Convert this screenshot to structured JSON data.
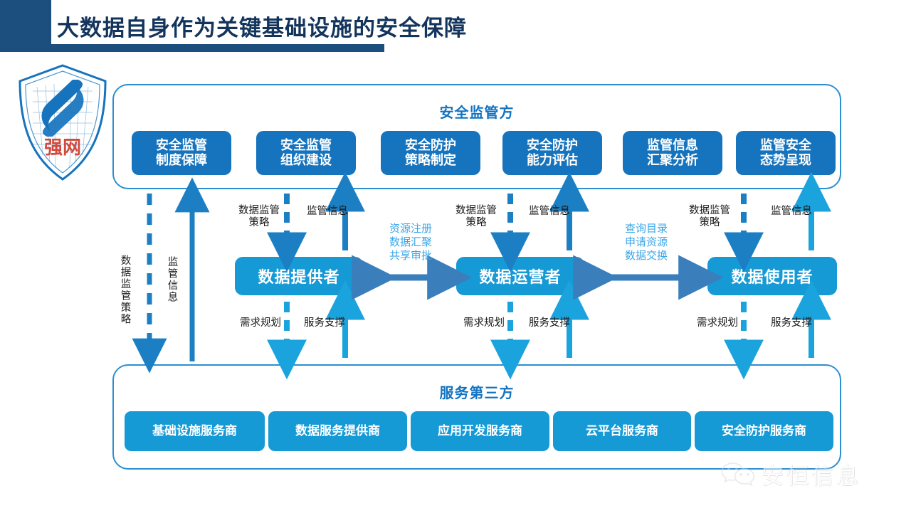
{
  "header": {
    "title": "大数据自身作为关键基础设施的安全保障",
    "accent_color": "#1c4e7e"
  },
  "logo": {
    "name": "强网 shield logo",
    "text": "强网",
    "color": "#1673bd"
  },
  "colors": {
    "panel_border": "#2b8fd0",
    "panel_title": "#1273c0",
    "chip_top": "#1673bd",
    "chip_bottom": "#169ad6",
    "role_box": "#169ad6",
    "arrow_blue": "#1c7fc4",
    "arrow_cyan": "#1ba3dd",
    "arrow_steel": "#3a7ebc",
    "blue_label": "#3aa6e8"
  },
  "top_panel": {
    "title": "安全监管方",
    "items": [
      {
        "line1": "安全监管",
        "line2": "制度保障"
      },
      {
        "line1": "安全监管",
        "line2": "组织建设"
      },
      {
        "line1": "安全防护",
        "line2": "策略制定"
      },
      {
        "line1": "安全防护",
        "line2": "能力评估"
      },
      {
        "line1": "监管信息",
        "line2": "汇聚分析"
      },
      {
        "line1": "监管安全",
        "line2": "态势呈现"
      }
    ]
  },
  "bottom_panel": {
    "title": "服务第三方",
    "items": [
      {
        "label": "基础设施服务商"
      },
      {
        "label": "数据服务提供商"
      },
      {
        "label": "应用开发服务商"
      },
      {
        "label": "云平台服务商"
      },
      {
        "label": "安全防护服务商"
      }
    ]
  },
  "roles": [
    {
      "id": "provider",
      "label": "数据提供者"
    },
    {
      "id": "operator",
      "label": "数据运营者"
    },
    {
      "id": "user",
      "label": "数据使用者"
    }
  ],
  "flow_labels": {
    "outer_down": "数据监管策略",
    "outer_up": "监管信息",
    "supervise_down_l1": "数据监管",
    "supervise_down_l2": "策略",
    "supervise_up": "监管信息",
    "demand_down": "需求规划",
    "service_up": "服务支撑"
  },
  "exchange_labels": [
    {
      "between": "provider-operator",
      "lines": [
        "资源注册",
        "数据汇聚",
        "共享审批"
      ]
    },
    {
      "between": "operator-user",
      "lines": [
        "查询目录",
        "申请资源",
        "数据交换"
      ]
    }
  ],
  "watermark": {
    "icon": "wechat-icon",
    "text": "安恒信息"
  }
}
